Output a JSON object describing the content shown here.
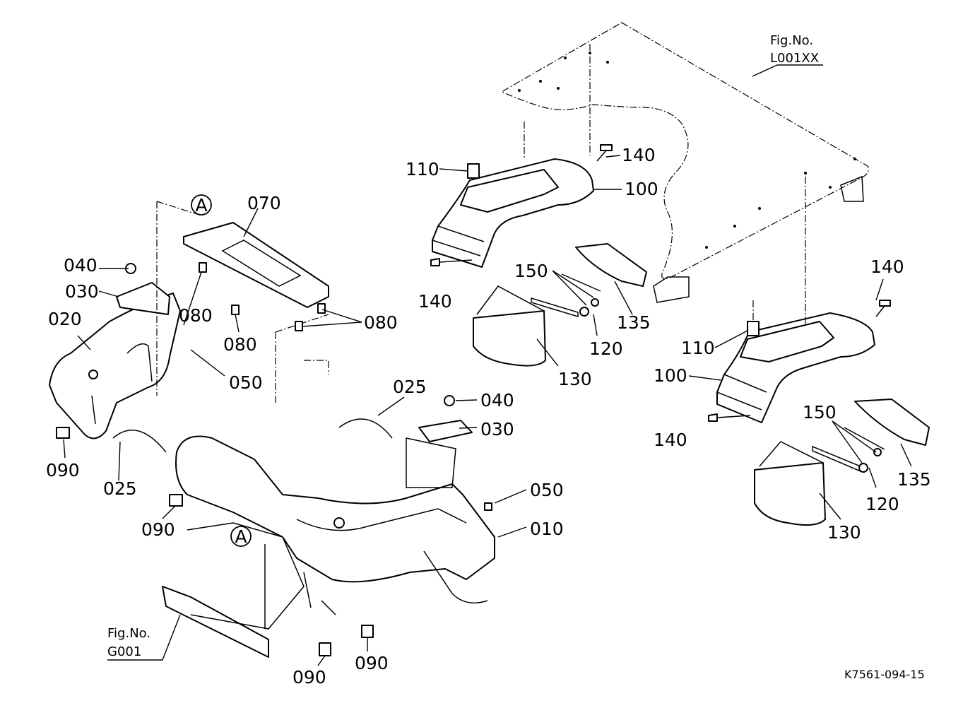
{
  "labels": {
    "fender_rh_top": "100",
    "fender_lh": "100",
    "bolt_110_top": "110",
    "bolt_110_mid": "110",
    "bolt_140_a": "140",
    "bolt_140_b": "140",
    "bolt_140_c": "140",
    "bolt_140_d": "140",
    "flap_130_a": "130",
    "flap_130_b": "130",
    "cover_135_a": "135",
    "cover_135_b": "135",
    "bracket_120_a": "120",
    "bracket_120_b": "120",
    "screw_150_a": "150",
    "screw_150_b": "150",
    "frame_010": "010",
    "fender_020": "020",
    "trim_025_a": "025",
    "trim_025_b": "025",
    "plate_030_a": "030",
    "plate_030_b": "030",
    "clip_040_a": "040",
    "clip_040_b": "040",
    "screw_050_a": "050",
    "screw_050_b": "050",
    "panel_070": "070",
    "nut_080_a": "080",
    "nut_080_b": "080",
    "nut_080_c": "080",
    "bolt_090_a": "090",
    "bolt_090_b": "090",
    "bolt_090_c": "090",
    "bolt_090_d": "090"
  },
  "refs": {
    "fig_top_caption": "Fig.No.",
    "fig_top_code": "L001XX",
    "fig_bottom_caption": "Fig.No.",
    "fig_bottom_code": "G001",
    "marker_a_top": "A",
    "marker_a_bottom": "A"
  },
  "drawing_code": "K7561-094-15"
}
